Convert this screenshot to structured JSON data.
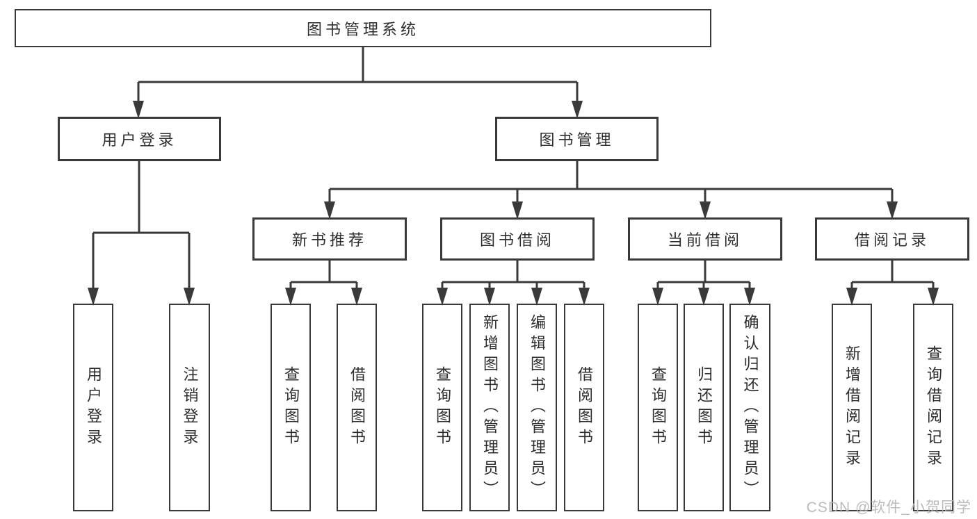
{
  "tree": {
    "label": "图书管理系统",
    "children": [
      {
        "label": "用户登录",
        "children": [
          {
            "label": "用户登录"
          },
          {
            "label": "注销登录"
          }
        ]
      },
      {
        "label": "图书管理",
        "children": [
          {
            "label": "新书推荐",
            "children": [
              {
                "label": "查询图书"
              },
              {
                "label": "借阅图书"
              }
            ]
          },
          {
            "label": "图书借阅",
            "children": [
              {
                "label": "查询图书"
              },
              {
                "label": "新增图书（管理员）"
              },
              {
                "label": "编辑图书（管理员）"
              },
              {
                "label": "借阅图书"
              }
            ]
          },
          {
            "label": "当前借阅",
            "children": [
              {
                "label": "查询图书"
              },
              {
                "label": "归还图书"
              },
              {
                "label": "确认归还（管理员）"
              }
            ]
          },
          {
            "label": "借阅记录",
            "children": [
              {
                "label": "新增借阅记录"
              },
              {
                "label": "查询借阅记录"
              }
            ]
          }
        ]
      }
    ]
  },
  "watermark": {
    "text": "CSDN @软件_小贺同学",
    "color": "#b4b4b4"
  },
  "colors": {
    "line": "#3a3a3a",
    "box_border": "#3a3a3a",
    "text": "#2d2d2d",
    "background": "#ffffff"
  }
}
